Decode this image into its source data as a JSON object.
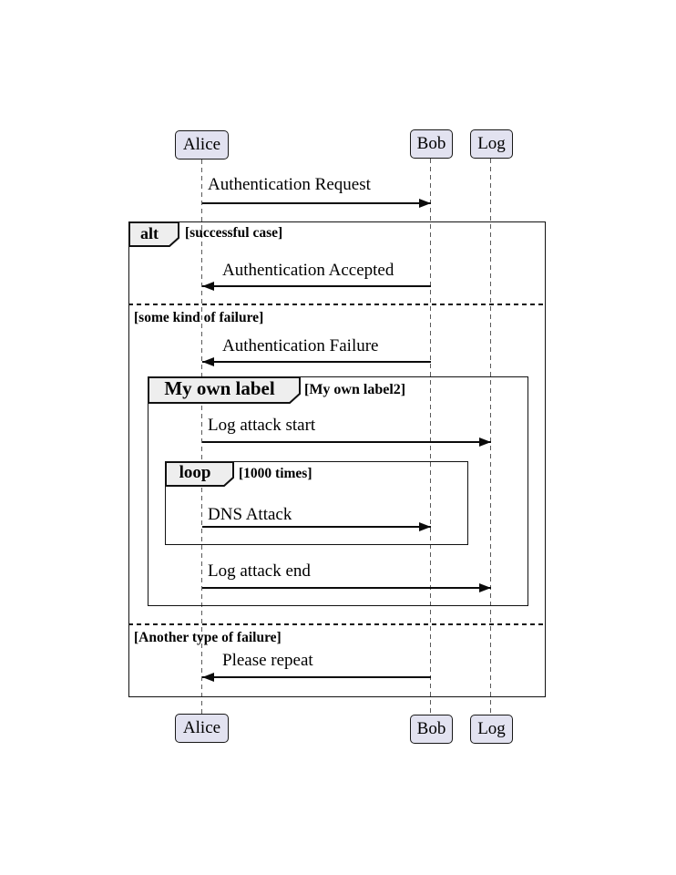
{
  "diagram_type": "sequence",
  "actors": [
    {
      "name": "Alice"
    },
    {
      "name": "Bob"
    },
    {
      "name": "Log"
    }
  ],
  "messages": [
    {
      "label": "Authentication Request",
      "from": "Alice",
      "to": "Bob"
    },
    {
      "label": "Authentication Accepted",
      "from": "Bob",
      "to": "Alice"
    },
    {
      "label": "Authentication Failure",
      "from": "Bob",
      "to": "Alice"
    },
    {
      "label": "Log attack start",
      "from": "Alice",
      "to": "Log"
    },
    {
      "label": "DNS Attack",
      "from": "Alice",
      "to": "Bob"
    },
    {
      "label": "Log attack end",
      "from": "Alice",
      "to": "Log"
    },
    {
      "label": "Please repeat",
      "from": "Bob",
      "to": "Alice"
    }
  ],
  "frames": {
    "alt": {
      "keyword": "alt",
      "sections": [
        {
          "guard": "[successful case]"
        },
        {
          "guard": "[some kind of failure]"
        },
        {
          "guard": "[Another type of failure]"
        }
      ]
    },
    "group": {
      "keyword": "My own label",
      "guard": "[My own label2]"
    },
    "loop": {
      "keyword": "loop",
      "guard": "[1000 times]"
    }
  },
  "colors": {
    "actor_fill": "#E2E2F0",
    "actor_border": "#181818",
    "tab_fill": "#EEEEEE",
    "frame_border": "#111111",
    "lifeline": "#5A5A5A",
    "text": "#000000",
    "background": "#FFFFFF"
  }
}
